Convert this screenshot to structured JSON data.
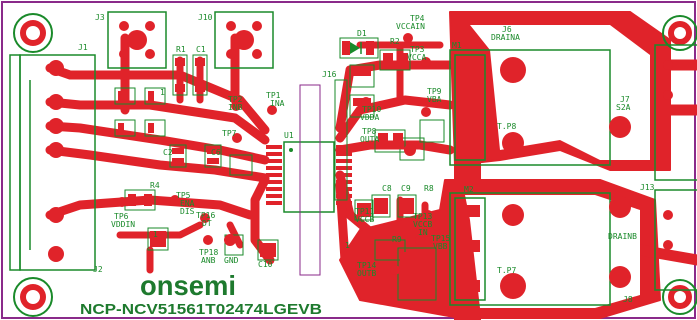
{
  "board": {
    "brand": "onsemi",
    "part_label": "NCP-NCV51561T02474LGEVB",
    "colors": {
      "copper": "#e0232a",
      "silk": "#1a8a2a",
      "outline": "#8a2a8a",
      "background": "#ffffff"
    }
  },
  "labels": {
    "j1": "J1",
    "j2": "J2",
    "j3": "J3",
    "j10": "J10",
    "j6": "J6",
    "j6b": "DRAINA",
    "j7": "J7",
    "j7b": "S2A",
    "j13": "J13",
    "j13b": "DRAINB",
    "j8": "J8",
    "j16": "J16",
    "r1": "R1",
    "c1": "C1",
    "r2": "R2",
    "d1": "D1",
    "tp4": "TP4",
    "vccain": "VCCAIN",
    "tp3": "TP3",
    "vcca": "VCCA",
    "m1": "M1",
    "tp9": "TP9",
    "vba": "VBA",
    "tp8": "TP8",
    "outa": "OUTA",
    "tp10": "TP10",
    "vdda": "VDDA",
    "tp_p8": "T.P8",
    "tp2": "TP2",
    "inb": "INB",
    "tp1": "TP1",
    "ina": "INA",
    "tp7": "TP7",
    "u1": "U1",
    "c2": "C2",
    "c6": "C6",
    "r4": "R4",
    "tp5": "TP5",
    "ena": "ENA",
    "dis": "DIS",
    "tp16": "TP16",
    "dt": "DT",
    "tp6": "TP6",
    "vddin": "VDDIN",
    "tp18": "TP18",
    "anb": "ANB",
    "gnd": "GND",
    "c10": "C10",
    "c8": "C8",
    "c9": "C9",
    "r8": "R8",
    "m2": "M2",
    "tp11": "TP11",
    "vccb": "VCCB",
    "tp13": "TP13",
    "vccbin": "VCCB",
    "in": "IN",
    "tp15": "TP15",
    "vbb": "VBB",
    "r9": "R9",
    "tp14": "TP14",
    "outb": "OUTB",
    "tp_p7": "T.P7",
    "one_a": "1",
    "one_b": "1",
    "one_c": "1"
  }
}
